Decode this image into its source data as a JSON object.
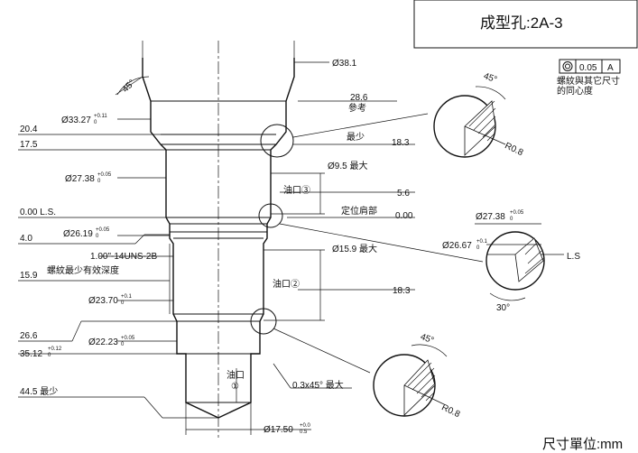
{
  "title": "成型孔:2A-3",
  "units": "尺寸單位:mm",
  "gdt": {
    "symbol": "concentricity-icon",
    "tolerance": "0.05",
    "datum": "A",
    "note_line1": "螺紋與其它尺寸",
    "note_line2": "的同心度"
  },
  "left_dims": {
    "d20_4": "20.4",
    "d17_5": "17.5",
    "d0_ls": "0.00 L.S.",
    "d4_0": "4.0",
    "d15_9": "15.9",
    "d15_9_note": "螺紋最少有效深度",
    "d26_6": "26.6",
    "d35_12": "35.12",
    "d35_12_tol": "+0.12",
    "d35_12_tol2": "0",
    "d44_5": "44.5 最少"
  },
  "diameters": {
    "d33_27": "Ø33.27",
    "d33_27_up": "+0.11",
    "d33_27_lo": "0",
    "d27_38": "Ø27.38",
    "d27_38_up": "+0.05",
    "d27_38_lo": "0",
    "d26_19": "Ø26.19",
    "d26_19_up": "+0.05",
    "d26_19_lo": "0",
    "thread": "1.00\"-14UNS-2B",
    "d23_70": "Ø23.70",
    "d23_70_up": "+0.1",
    "d23_70_lo": "0",
    "d22_23": "Ø22.23",
    "d22_23_up": "+0.05",
    "d22_23_lo": "0",
    "d38_1": "Ø38.1",
    "d17_50": "Ø17.50",
    "d17_50_up": "+0.0",
    "d17_50_lo": "0.5"
  },
  "right_dims": {
    "r28_6": "28.6",
    "r28_6_note": "參考",
    "r18_3_min": "最少",
    "r18_3": "18.3",
    "d9_5": "Ø9.5 最大",
    "oil3": "油口③",
    "r5_6": "5.6",
    "locating": "定位肩部",
    "r0_00": "0.00",
    "d15_9": "Ø15.9 最大",
    "oil2": "油口②",
    "r18_3b": "18.3",
    "oil1": "油口",
    "oil1_num": "①",
    "chamfer": "0.3x45° 最大",
    "angle_top": "45°"
  },
  "details": {
    "detail1_angle": "45°",
    "detail1_radius": "R0.8",
    "detail2_dia": "Ø27.38",
    "detail2_dia_up": "+0.05",
    "detail2_dia_lo": "0",
    "detail2_dia2": "Ø26.67",
    "detail2_dia2_up": "+0.1",
    "detail2_dia2_lo": "0",
    "detail2_ls": "L.S",
    "detail2_angle": "30°",
    "detail3_angle": "45°",
    "detail3_radius": "R0.8"
  }
}
